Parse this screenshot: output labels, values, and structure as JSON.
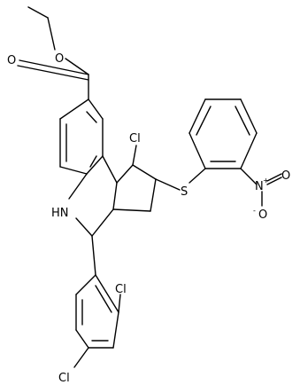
{
  "molecule": {
    "atoms": {
      "ester_oxygen_carbonyl": "O",
      "ester_oxygen_ether": "O",
      "chlorine_cyclopentane": "Cl",
      "sulfur": "S",
      "nitro_nitrogen": "N",
      "nitro_oxygen_top": "O",
      "nitro_oxygen_bottom": "O",
      "amine": "HN",
      "chlorine_ortho": "Cl",
      "chlorine_para": "Cl"
    },
    "charges": {
      "nitro_nitrogen": "+",
      "nitro_oxygen_bottom": "-"
    }
  }
}
